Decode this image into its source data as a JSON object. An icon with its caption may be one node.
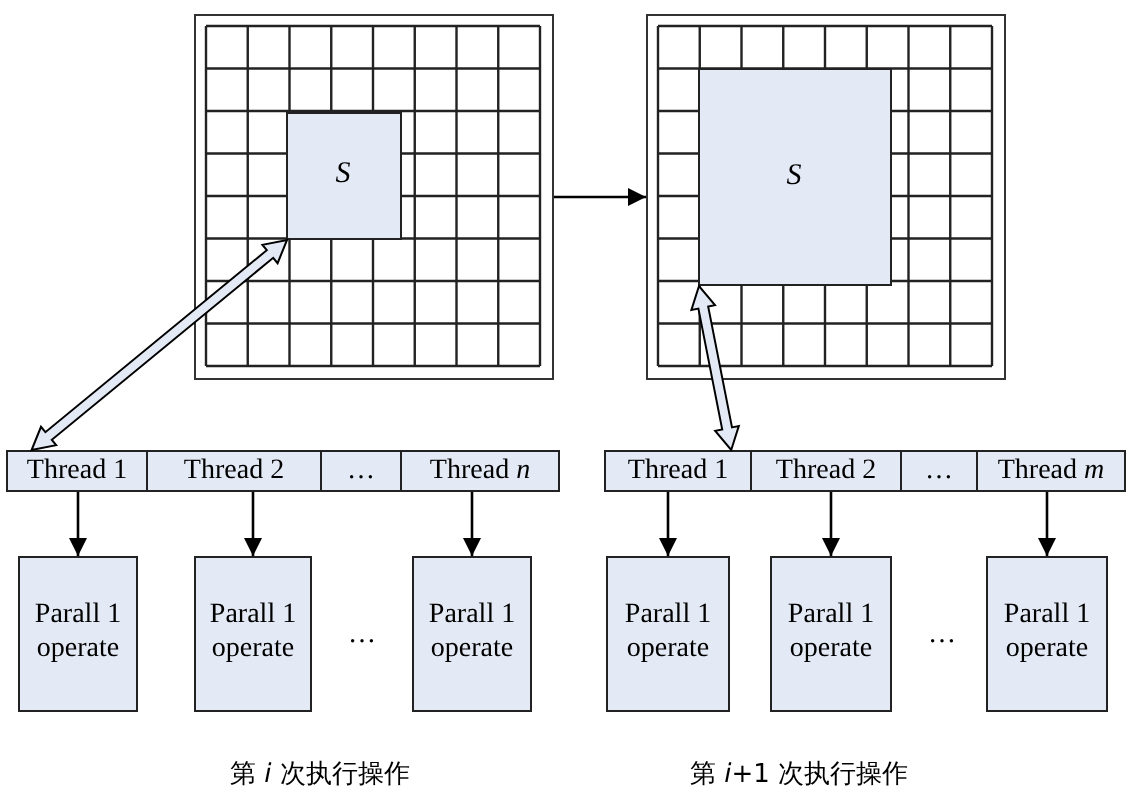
{
  "diagram": {
    "nodes": [
      {
        "text": [],
        "shape": "box"
      },
      {
        "text": [
          "S"
        ],
        "in": 0
      },
      {
        "text": [],
        "shape": "box"
      },
      {
        "text": [
          "S"
        ],
        "in": 2
      },
      {
        "text": [
          "Thread 1"
        ]
      },
      {
        "text": [
          "Thread 2"
        ]
      },
      {
        "text": [
          "…"
        ]
      },
      {
        "text": [
          "Thread *n*"
        ]
      },
      {
        "text": [
          "Thread 1"
        ]
      },
      {
        "text": [
          "Thread 2"
        ]
      },
      {
        "text": [
          "…"
        ]
      },
      {
        "text": [
          "Thread *m*"
        ]
      },
      {
        "text": [
          "Parall 1 operate"
        ]
      },
      {
        "text": [
          "Parall 1 operate"
        ]
      },
      {
        "text": [
          "Parall 1 operate"
        ]
      },
      {
        "text": [
          "Parall 1 operate"
        ]
      },
      {
        "text": [
          "Parall 1 operate"
        ]
      },
      {
        "text": [
          "Parall 1 operate"
        ]
      }
    ],
    "edges": [
      {
        "from": 0,
        "to": 2,
        "arrow": "to"
      },
      {
        "from": 4,
        "to": 1,
        "arrow": "both",
        "style": "thick"
      },
      {
        "from": 8,
        "to": 3,
        "arrow": "both",
        "style": "thick"
      },
      {
        "from": 4,
        "to": 12,
        "arrow": "to"
      },
      {
        "from": 5,
        "to": 13,
        "arrow": "to"
      },
      {
        "from": 7,
        "to": 14,
        "arrow": "to"
      },
      {
        "from": 8,
        "to": 15,
        "arrow": "to"
      },
      {
        "from": 9,
        "to": 16,
        "arrow": "to"
      },
      {
        "from": 11,
        "to": 17,
        "arrow": "to"
      }
    ],
    "labels": [
      "…",
      "…",
      "第 *i* 次执行操作",
      "第 *i*+1 次执行操作"
    ]
  }
}
